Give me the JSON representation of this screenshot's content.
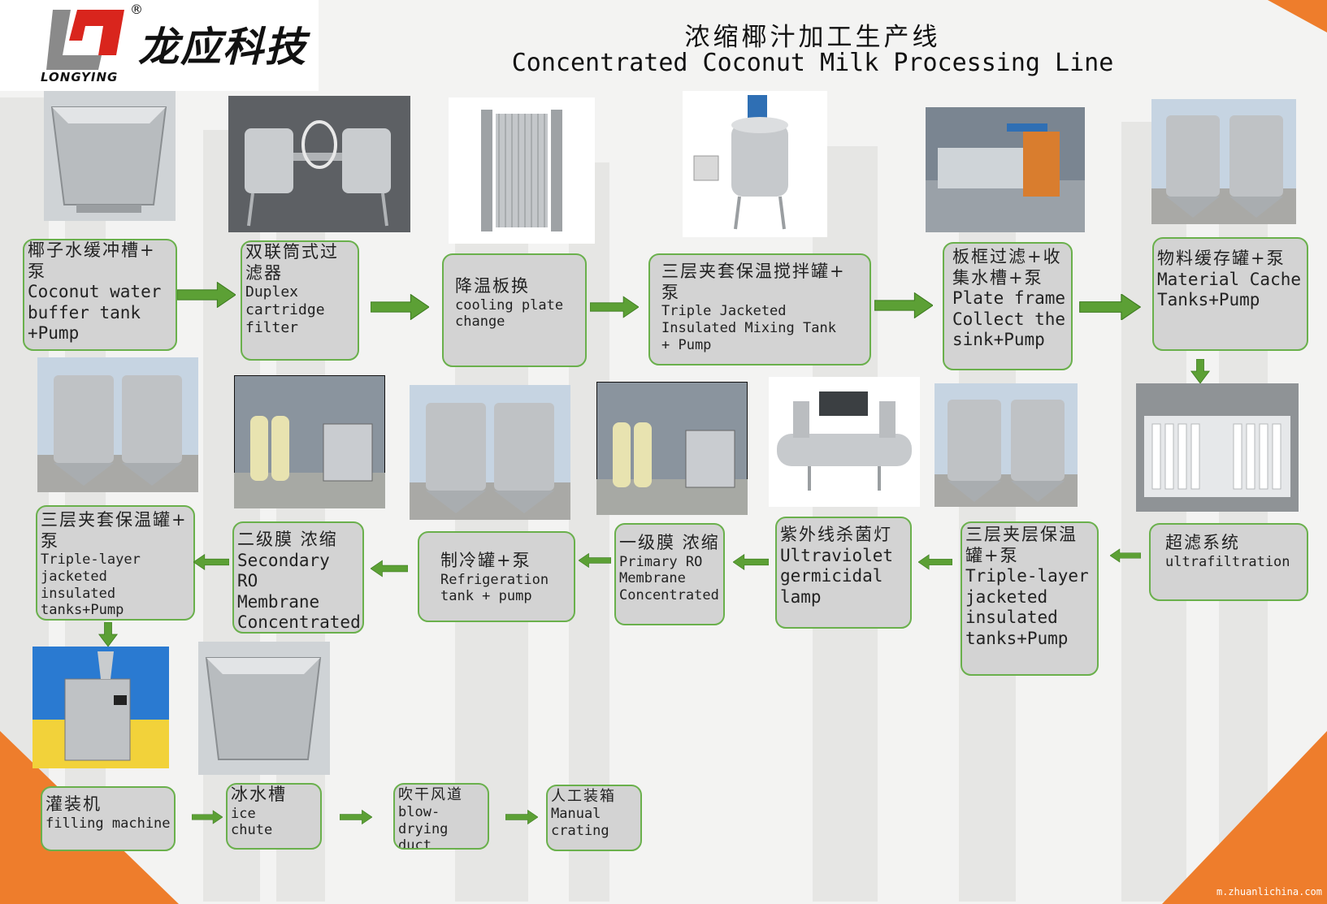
{
  "brand": {
    "name_cn": "龙应科技",
    "name_en": "LONGYING",
    "reg": "®"
  },
  "title": {
    "cn": "浓缩椰汁加工生产线",
    "en": "Concentrated Coconut Milk Processing Line"
  },
  "steps": {
    "s1": {
      "cn": "椰子水缓冲槽+\n泵",
      "en": "Coconut water\nbuffer tank\n+Pump"
    },
    "s2": {
      "cn": "双联筒式过\n滤器",
      "en": "Duplex\ncartridge\nfilter"
    },
    "s3": {
      "cn": "降温板换",
      "en": "cooling plate\nchange"
    },
    "s4": {
      "cn": "三层夹套保温搅拌罐+\n泵",
      "en": "Triple Jacketed\nInsulated Mixing Tank\n+ Pump"
    },
    "s5": {
      "cn": "板框过滤+收\n集水槽+泵",
      "en": "Plate frame\nCollect the\nsink+Pump"
    },
    "s6": {
      "cn": "物料缓存罐+泵",
      "en": "Material Cache\nTanks+Pump"
    },
    "s7": {
      "cn": "超滤系统",
      "en": "ultrafiltration"
    },
    "s8": {
      "cn": "三层夹层保温\n罐+泵",
      "en": "Triple-layer\njacketed\ninsulated\ntanks+Pump"
    },
    "s9": {
      "cn": "紫外线杀菌灯",
      "en": "Ultraviolet\ngermicidal\nlamp"
    },
    "s10": {
      "cn": "一级膜 浓缩",
      "en": "Primary RO\nMembrane\nConcentrated"
    },
    "s11": {
      "cn": "制冷罐+泵",
      "en": "Refrigeration\ntank + pump"
    },
    "s12": {
      "cn": "二级膜 浓缩",
      "en": "Secondary RO\nMembrane\nConcentrated"
    },
    "s13": {
      "cn": "三层夹套保温罐+\n泵",
      "en": "Triple-layer\njacketed insulated\ntanks+Pump"
    },
    "s14": {
      "cn": "灌装机",
      "en": "filling machine"
    },
    "s15": {
      "cn": "冰水槽",
      "en": "ice\nchute"
    },
    "s16": {
      "cn": "吹干风道",
      "en": "blow-drying\nduct"
    },
    "s17": {
      "cn": "人工装箱",
      "en": "Manual\ncrating"
    }
  },
  "watermark": "m.zhuanlichina.com",
  "colors": {
    "box_fill": "#d3d3d3",
    "box_border": "#6ab04c",
    "arrow": "#5ca035",
    "accent_orange": "#ee7d2c"
  },
  "photos": {
    "p1": "square-hopper-tank",
    "p2": "duplex-filter",
    "p3": "plate-heat-exchanger",
    "p4": "jacketed-mixing-tank",
    "p5": "plate-frame-filter-press",
    "p6": "storage-tanks",
    "p7": "ultrafiltration-unit",
    "p8": "storage-tanks",
    "p9": "uv-sterilizer",
    "p10": "ro-system",
    "p11": "storage-tanks",
    "p12": "ro-system",
    "p13": "storage-tanks",
    "p14": "filling-machine",
    "p15": "square-hopper-tank"
  }
}
